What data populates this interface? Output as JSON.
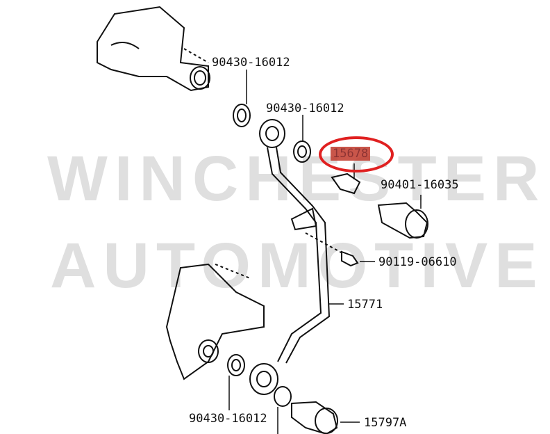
{
  "watermark": {
    "line1": "WINCHESTER",
    "line2": "AUTOMOTIVE"
  },
  "parts": {
    "gasket_top": "90430-16012",
    "gasket_mid": "90430-16012",
    "highlighted": "15678",
    "union_bolt_top": "90401-16035",
    "bolt": "90119-06610",
    "pipe": "15771",
    "gasket_bottom": "90430-16012",
    "union_bolt_bottom": "15797A"
  },
  "colors": {
    "highlight": "#e02020"
  }
}
